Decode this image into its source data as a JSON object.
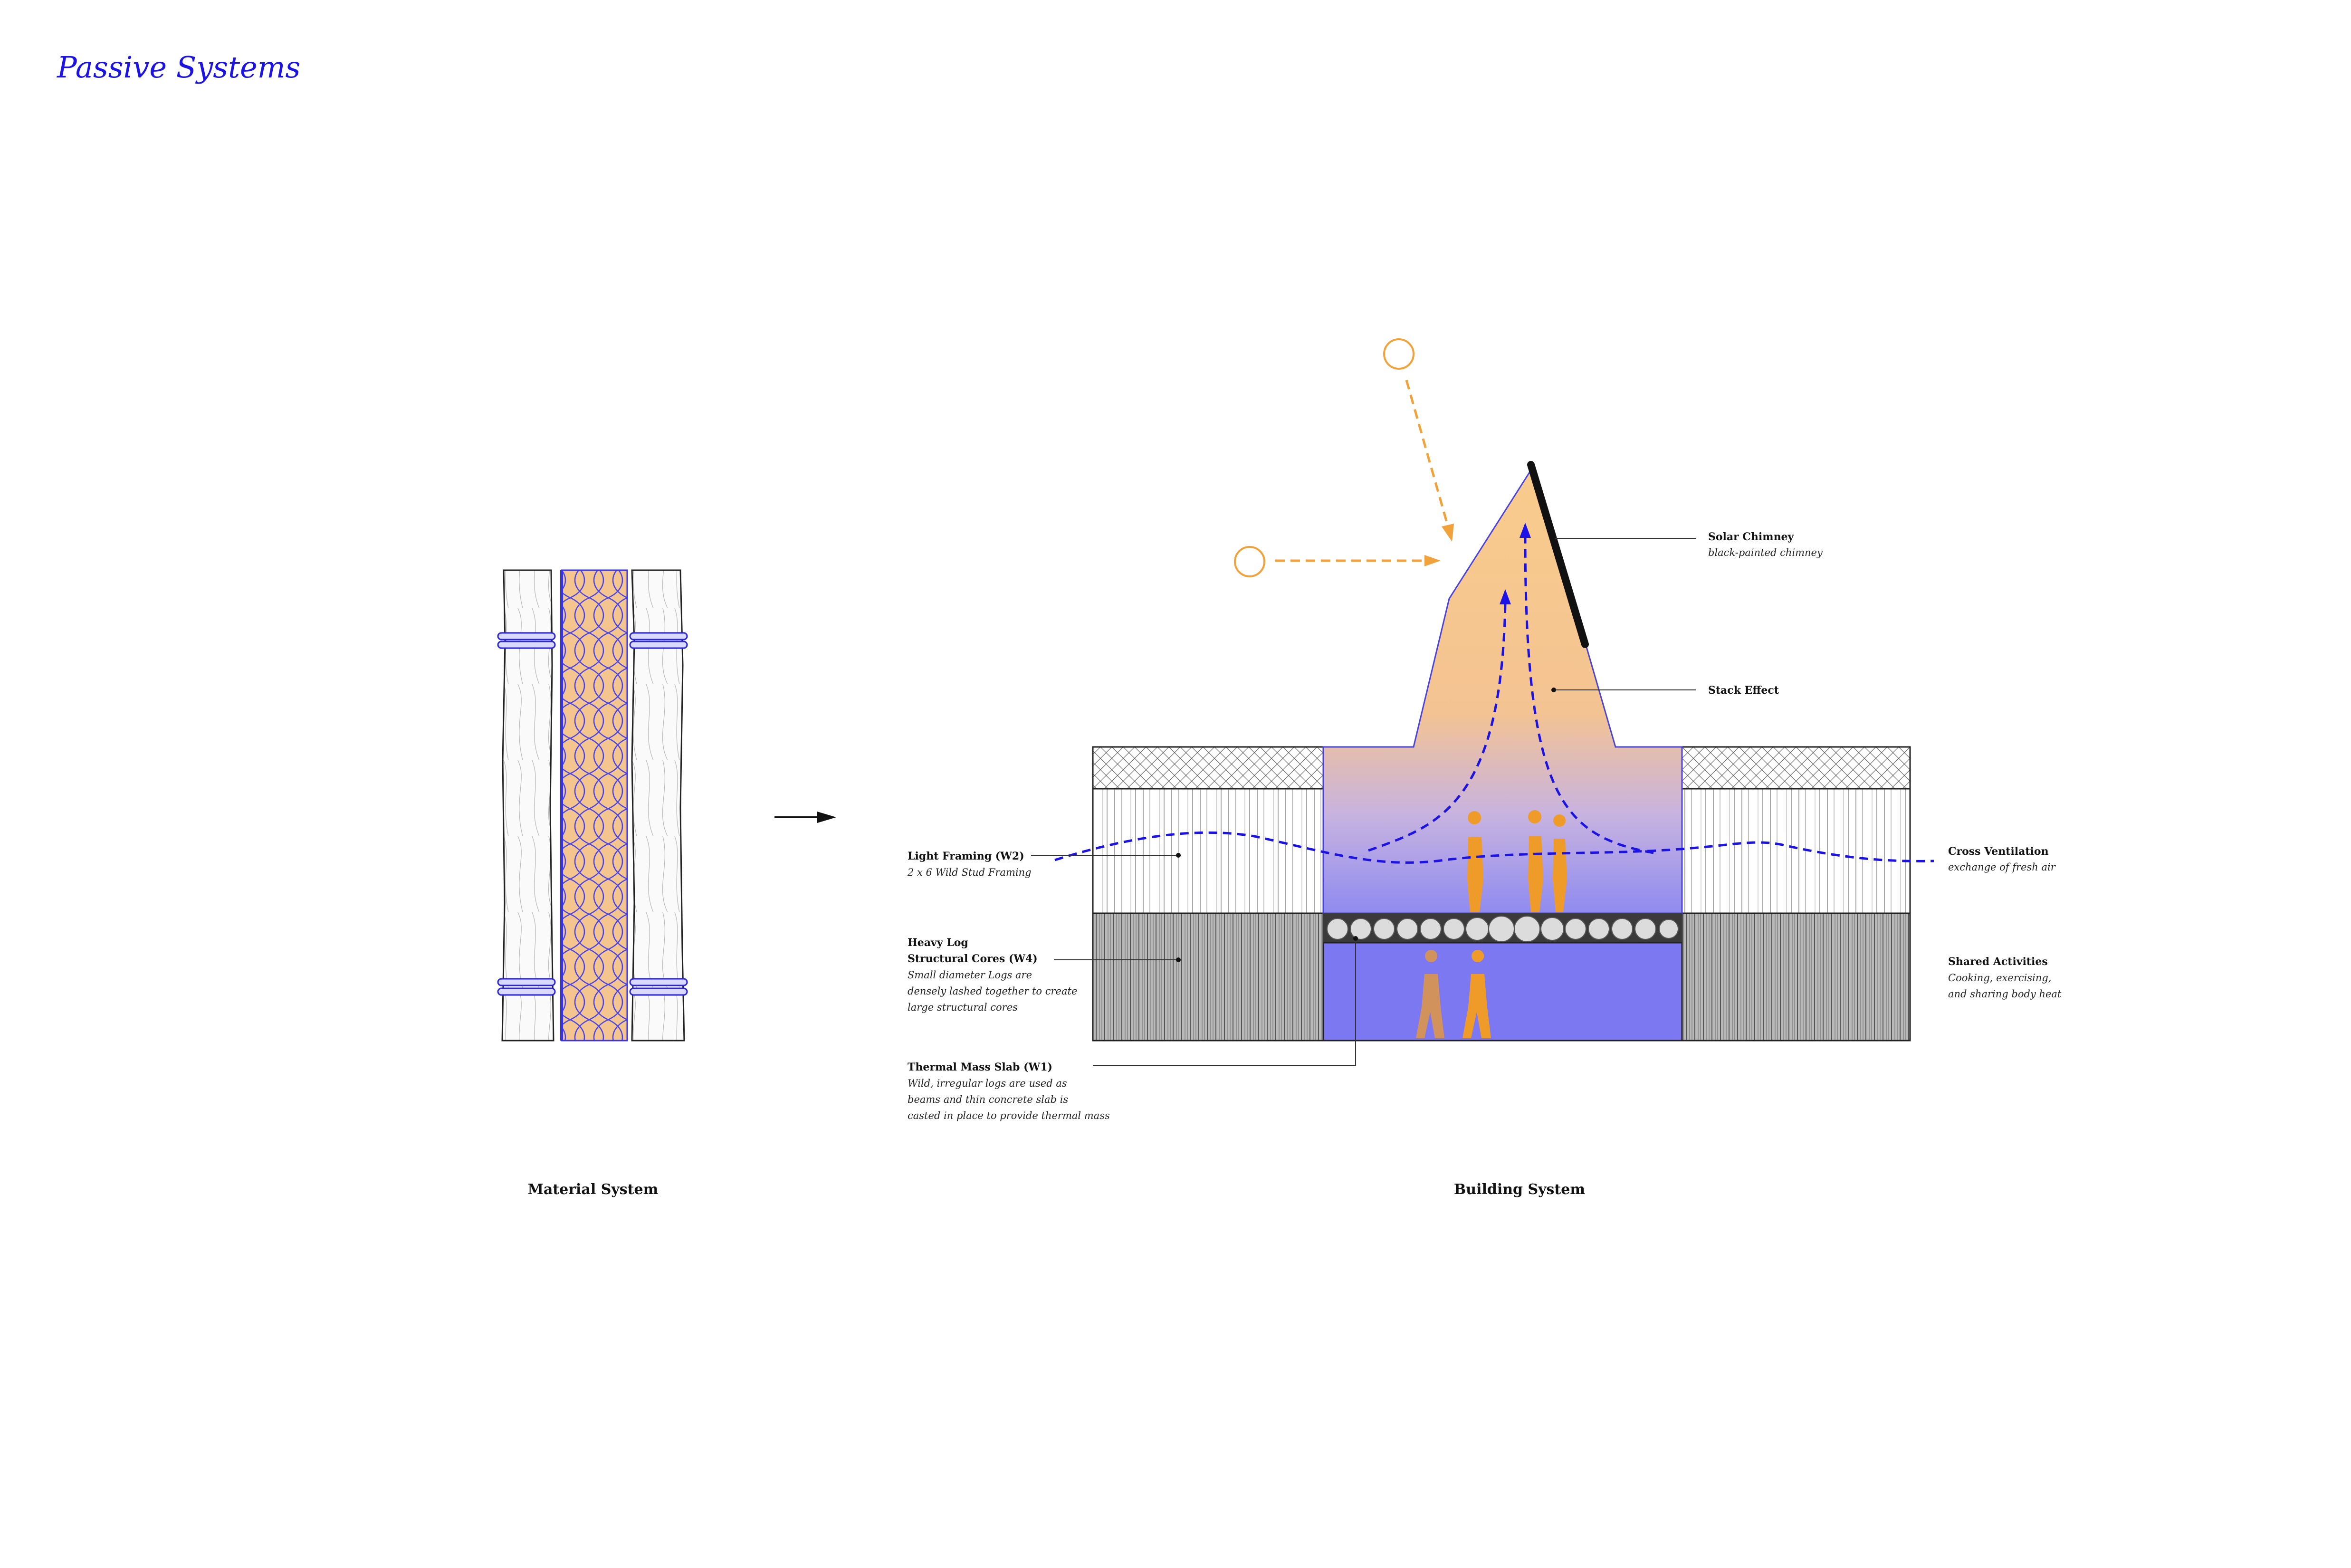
{
  "page": {
    "title": "Passive Systems"
  },
  "captions": {
    "material": "Material System",
    "building": "Building System"
  },
  "labels": {
    "solar_chimney": {
      "title": "Solar Chimney",
      "sub": [
        "black-painted chimney"
      ]
    },
    "stack_effect": {
      "title": "Stack Effect",
      "sub": []
    },
    "cross_ventilation": {
      "title": "Cross Ventilation",
      "sub": [
        "exchange of fresh air"
      ]
    },
    "shared_activities": {
      "title": "Shared Activities",
      "sub": [
        "Cooking, exercising,",
        "and sharing body heat"
      ]
    },
    "light_framing": {
      "title": "Light Framing (W2)",
      "sub": [
        "2 x 6 Wild Stud Framing"
      ]
    },
    "heavy_log": {
      "title": [
        "Heavy Log",
        "Structural Cores (W4)"
      ],
      "sub": [
        "Small diameter Logs are",
        "densely lashed together to create",
        "large structural cores"
      ]
    },
    "thermal_mass": {
      "title": "Thermal Mass Slab (W1)",
      "sub": [
        "Wild, irregular logs are used as",
        "beams and thin concrete slab  is",
        "casted in place to provide thermal mass"
      ]
    }
  },
  "colors": {
    "accent_blue": "#1b12e6",
    "solar_orange": "#f2a23a",
    "warm_fill": "#f7c98a",
    "cool_fill": "#7b78f2",
    "dark": "#111111"
  }
}
